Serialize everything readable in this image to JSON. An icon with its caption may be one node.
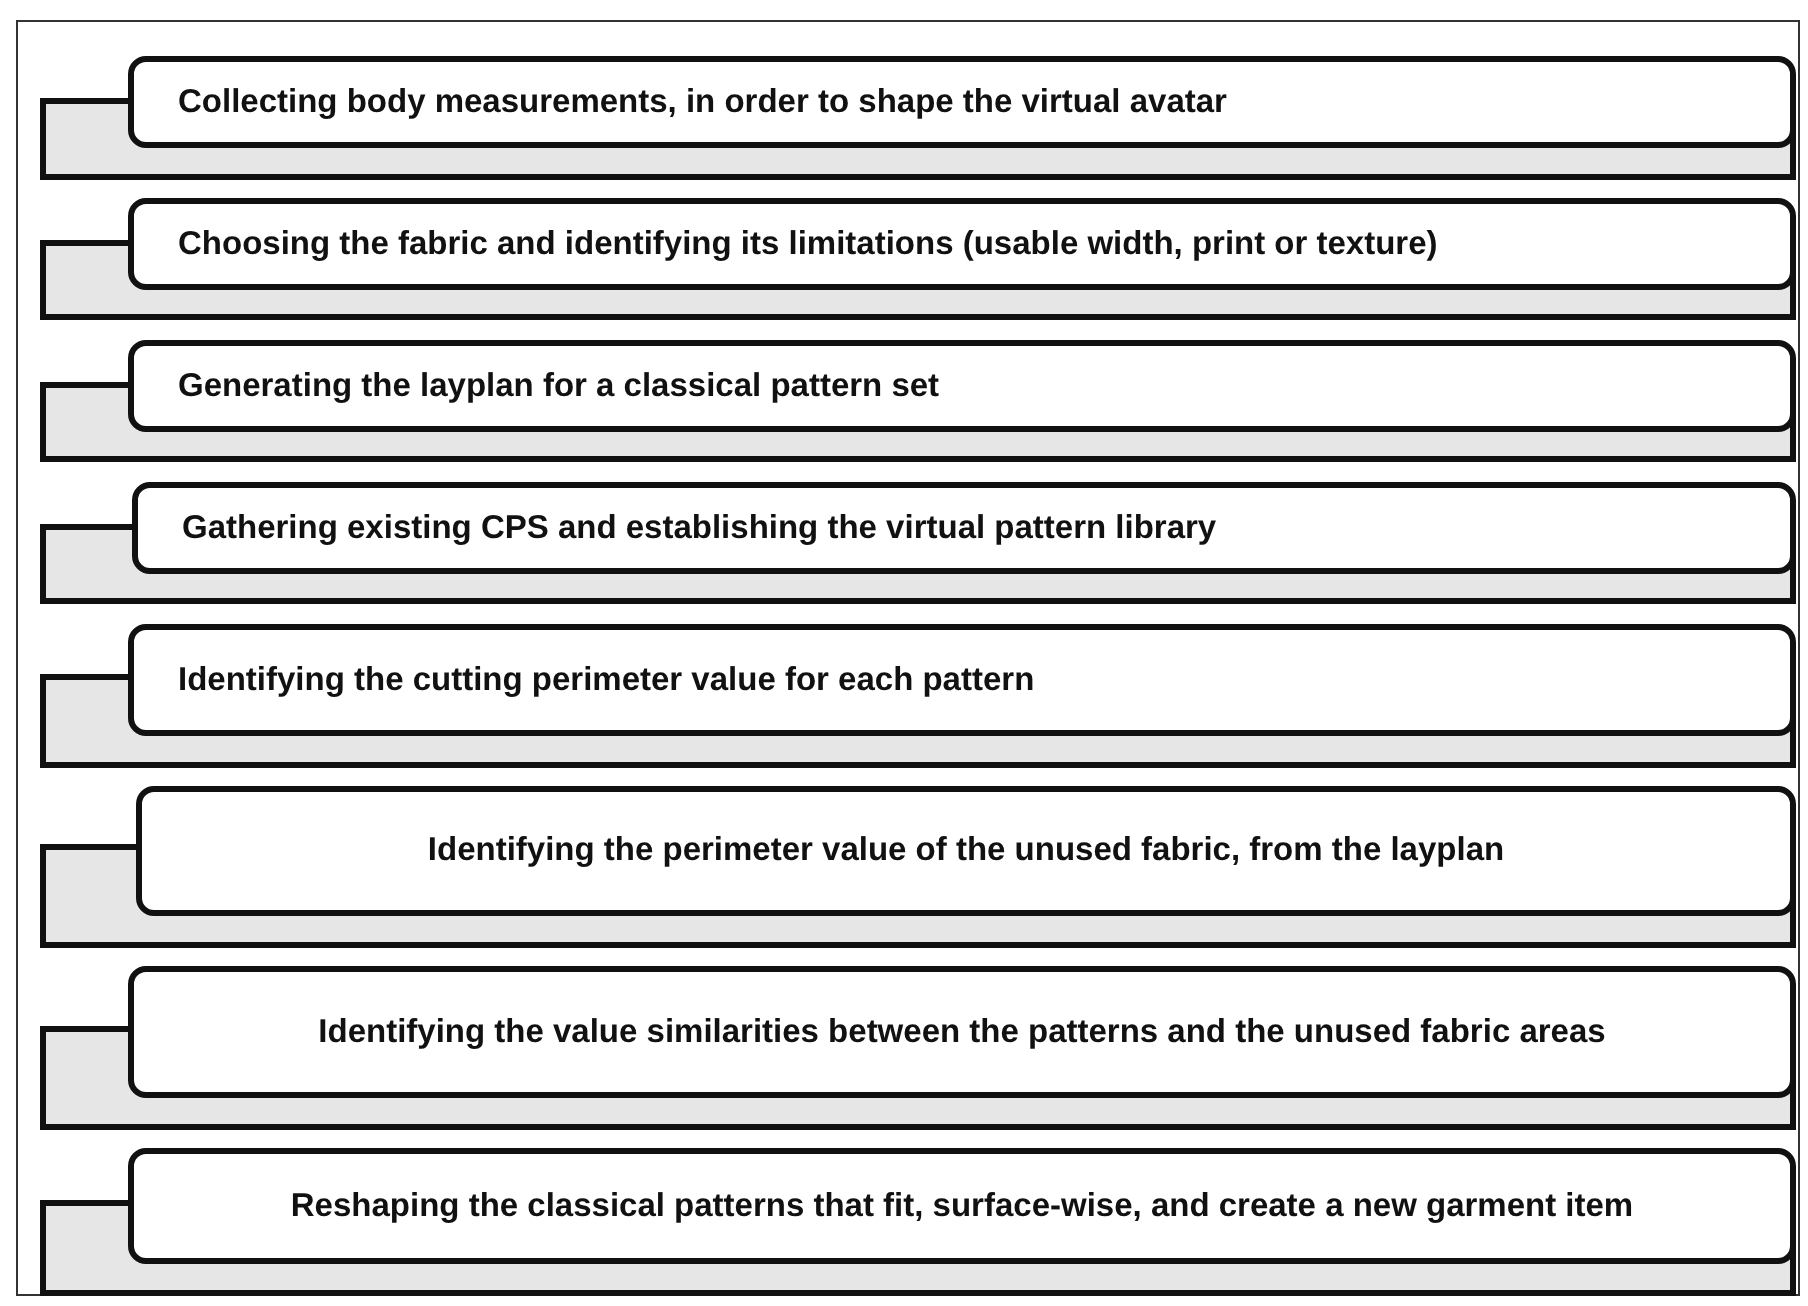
{
  "diagram": {
    "nodes": [
      {
        "text": [
          "Collecting body measurements, in order to shape the virtual avatar"
        ]
      },
      {
        "text": [
          "Choosing the fabric and identifying its limitations (usable width, print or texture)"
        ]
      },
      {
        "text": [
          "Generating the layplan for a classical pattern set"
        ]
      },
      {
        "text": [
          "Gathering existing CPS and establishing the virtual pattern library"
        ]
      },
      {
        "text": [
          "Identifying the cutting perimeter value for each pattern"
        ]
      },
      {
        "text": [
          "Identifying the perimeter value of the unused fabric, from the layplan"
        ]
      },
      {
        "text": [
          "Identifying the value similarities between the patterns and the unused fabric areas"
        ]
      },
      {
        "text": [
          "Reshaping the classical patterns that fit, surface-wise, and create a new garment item"
        ]
      }
    ]
  }
}
